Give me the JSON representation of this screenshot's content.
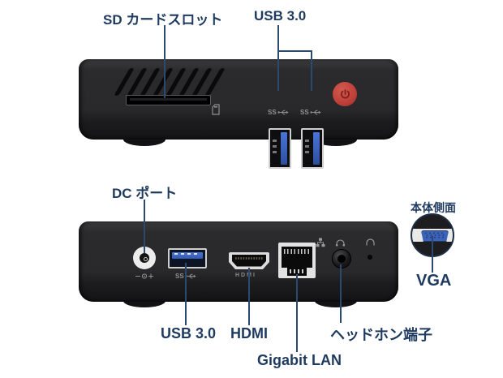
{
  "colors": {
    "background": "#ffffff",
    "label_navy": "#1e3a5f",
    "leader_line_navy": "#2a4a72",
    "chassis_black": "#29292b",
    "usb_port_blue": "#3e66c9",
    "power_button_red": "#c2413b",
    "port_metal_silver": "#dcdcdc",
    "engraving_gray": "#8f8f8f"
  },
  "front_panel": {
    "label_sd": "SD カードスロット",
    "label_usb": "USB 3.0",
    "ss_badge": "SS"
  },
  "rear_panel": {
    "label_dc": "DC ポート",
    "label_usb": "USB 3.0",
    "label_hdmi": "HDMI",
    "label_lan": "Gigabit LAN",
    "label_headphone": "ヘッドホン端子",
    "ss_badge": "SS",
    "hdmi_engraving": "HDMI"
  },
  "side_panel": {
    "title": "本体側面",
    "label_vga": "VGA"
  },
  "icons": {
    "sd_card_icon": "sd-card outline glyph",
    "ss_usb_trident_icon": "USB SuperSpeed trident",
    "power_icon": "power symbol",
    "dc_polarity_icon": "center-positive polarity",
    "network_icon": "ethernet network tree",
    "headset_icon": "headphone arc with pads",
    "headphone_icon": "headphone arc",
    "vga_pins_icon": "15-pin D-sub grid"
  }
}
